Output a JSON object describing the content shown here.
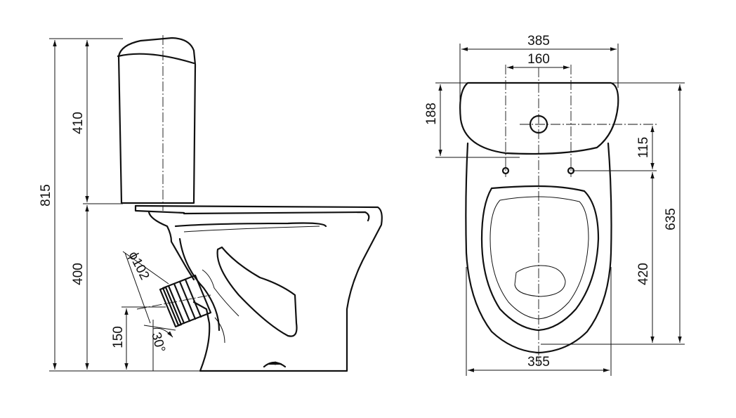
{
  "side_view": {
    "total_height": "815",
    "tank_height": "410",
    "bowl_height": "400",
    "outlet_height": "150",
    "outlet_diameter": "ϕ102",
    "outlet_angle": "30°"
  },
  "top_view": {
    "tank_width": "385",
    "fixing_spacing": "160",
    "tank_depth": "188",
    "fixing_offset": "115",
    "total_depth": "635",
    "bowl_depth": "420",
    "bowl_width": "355"
  }
}
